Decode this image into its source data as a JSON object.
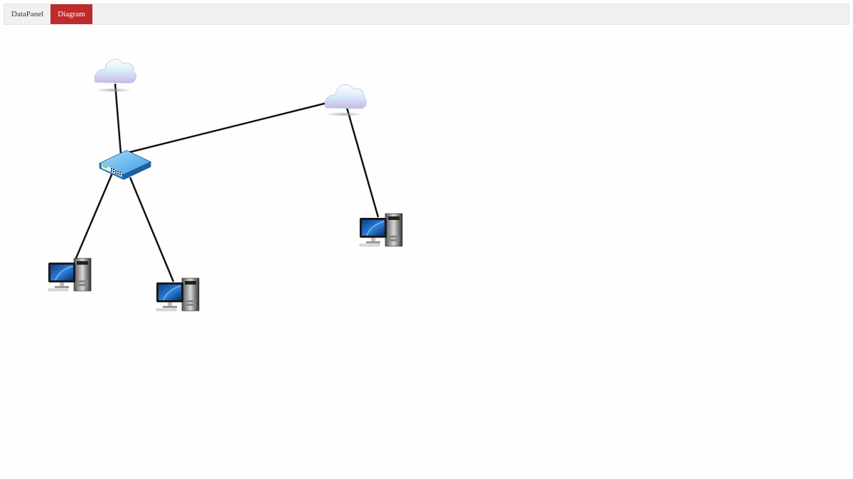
{
  "tabs": [
    {
      "label": "DataPanel",
      "active": false
    },
    {
      "label": "Diagram",
      "active": true
    }
  ],
  "colors": {
    "active_tab": "#bf2a2d",
    "link": "#111111",
    "tab_bar": "#f1f1f1"
  },
  "diagram": {
    "nodes": [
      {
        "id": "cloud-1",
        "type": "cloud-icon"
      },
      {
        "id": "cloud-2",
        "type": "cloud-icon"
      },
      {
        "id": "switch-1",
        "type": "network-switch-icon"
      },
      {
        "id": "pc-1",
        "type": "desktop-computer-icon"
      },
      {
        "id": "pc-2",
        "type": "desktop-computer-icon"
      },
      {
        "id": "pc-3",
        "type": "desktop-computer-icon"
      }
    ],
    "links": [
      {
        "from": "cloud-1",
        "to": "switch-1"
      },
      {
        "from": "switch-1",
        "to": "cloud-2"
      },
      {
        "from": "switch-1",
        "to": "pc-1"
      },
      {
        "from": "switch-1",
        "to": "pc-2"
      },
      {
        "from": "cloud-2",
        "to": "pc-3"
      }
    ]
  }
}
